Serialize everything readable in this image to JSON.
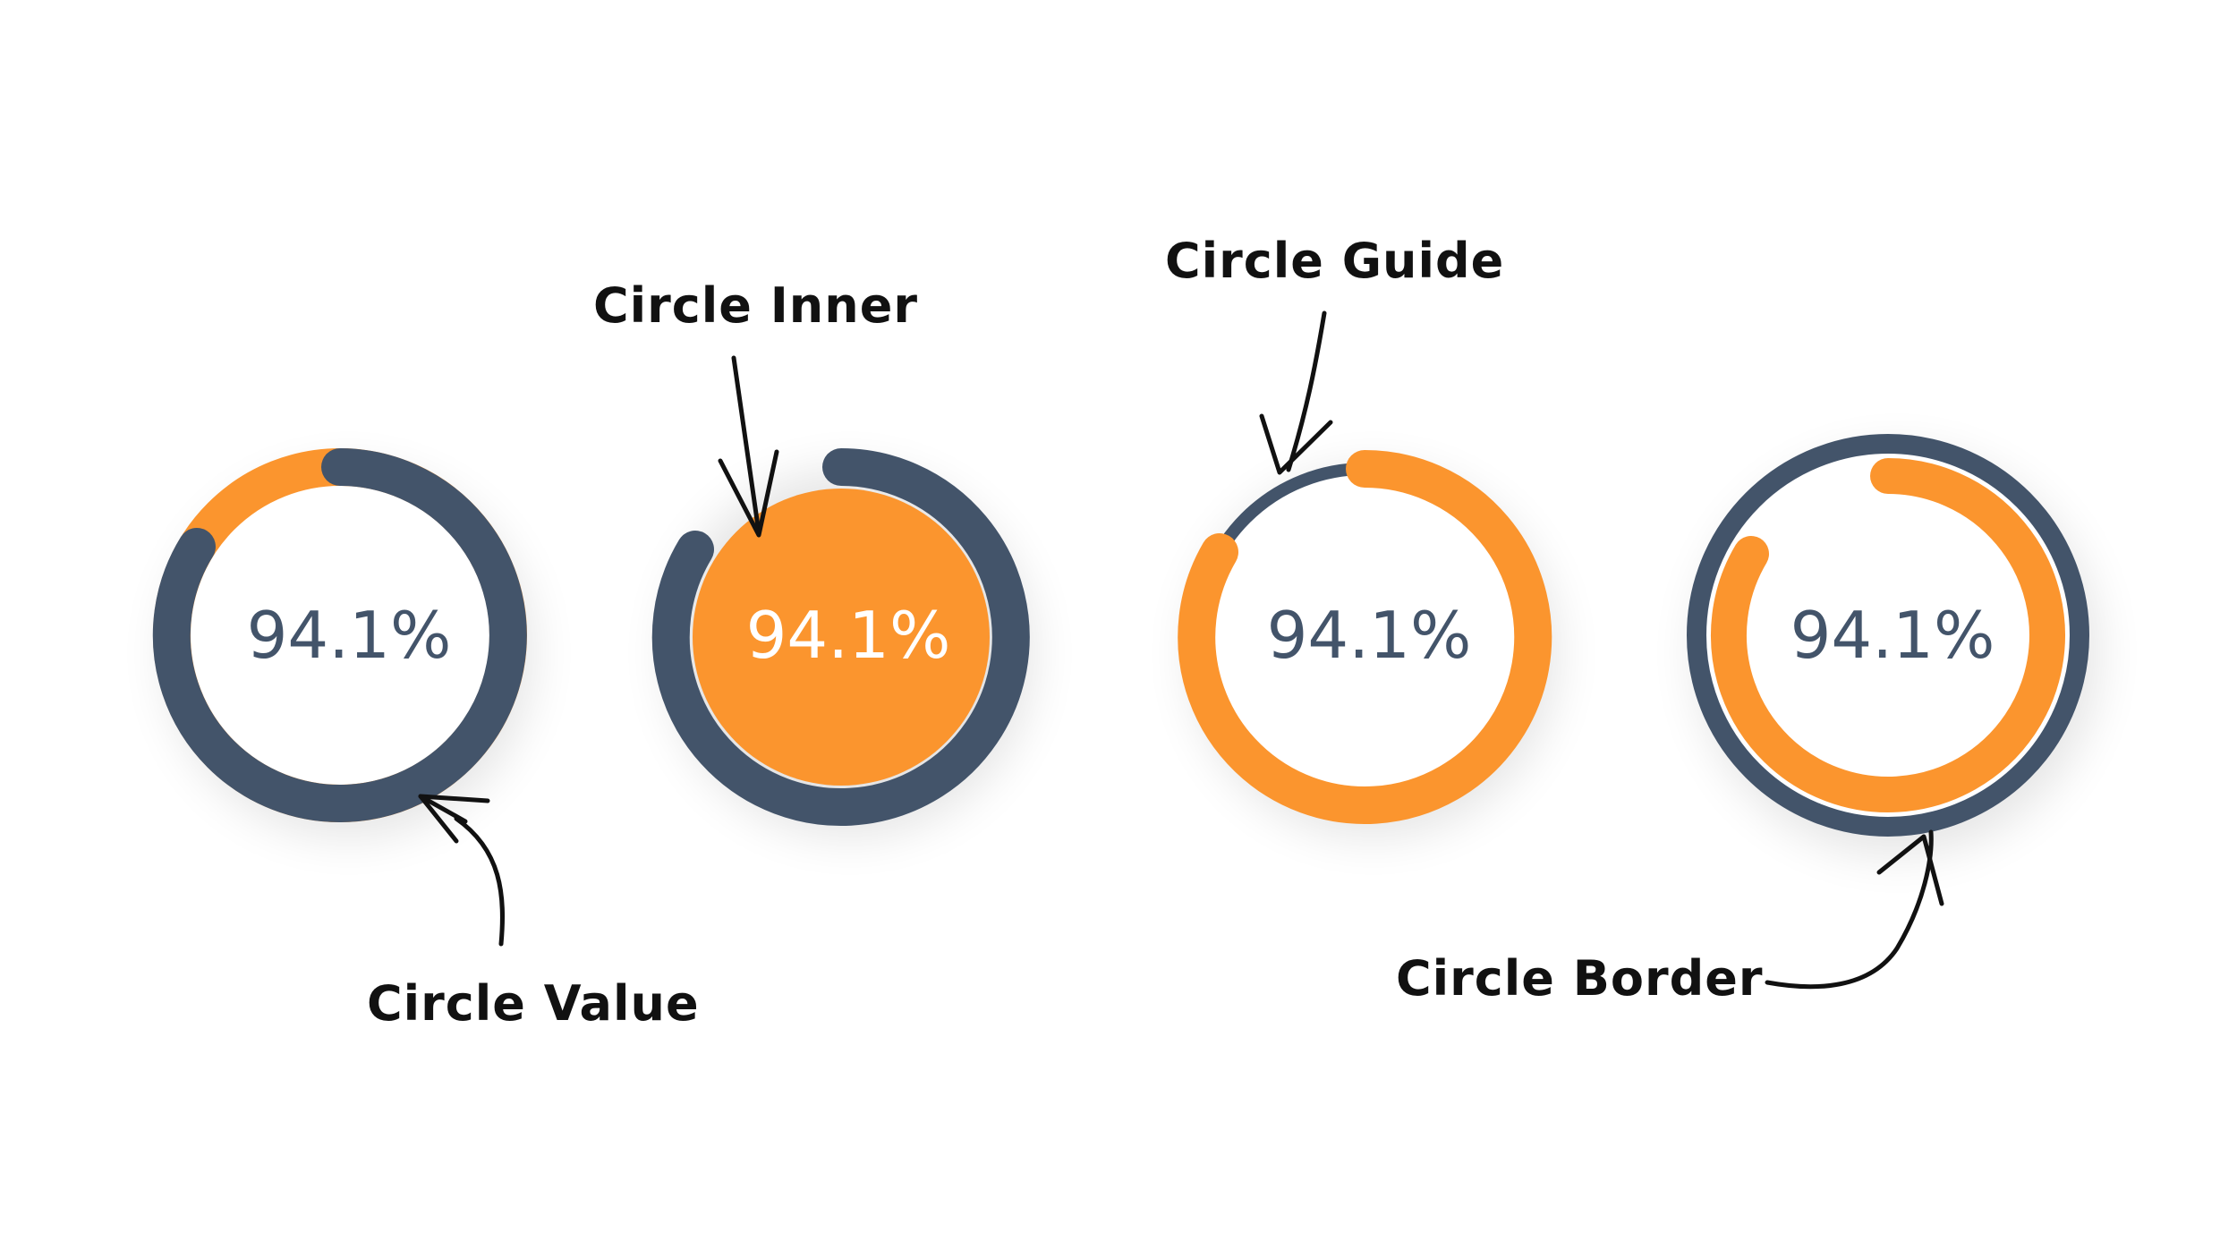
{
  "colors": {
    "accent": "#fb952e",
    "dark": "#43546a",
    "inner_text_light": "#ffffff",
    "annotation": "#111111"
  },
  "gauges": [
    {
      "id": "value",
      "value_label": "94.1%",
      "progress": 0.941
    },
    {
      "id": "inner",
      "value_label": "94.1%",
      "progress": 0.941
    },
    {
      "id": "guide",
      "value_label": "94.1%",
      "progress": 0.941
    },
    {
      "id": "border",
      "value_label": "94.1%",
      "progress": 0.941
    }
  ],
  "annotations": {
    "circle_value": "Circle Value",
    "circle_inner": "Circle Inner",
    "circle_guide": "Circle Guide",
    "circle_border": "Circle Border"
  }
}
